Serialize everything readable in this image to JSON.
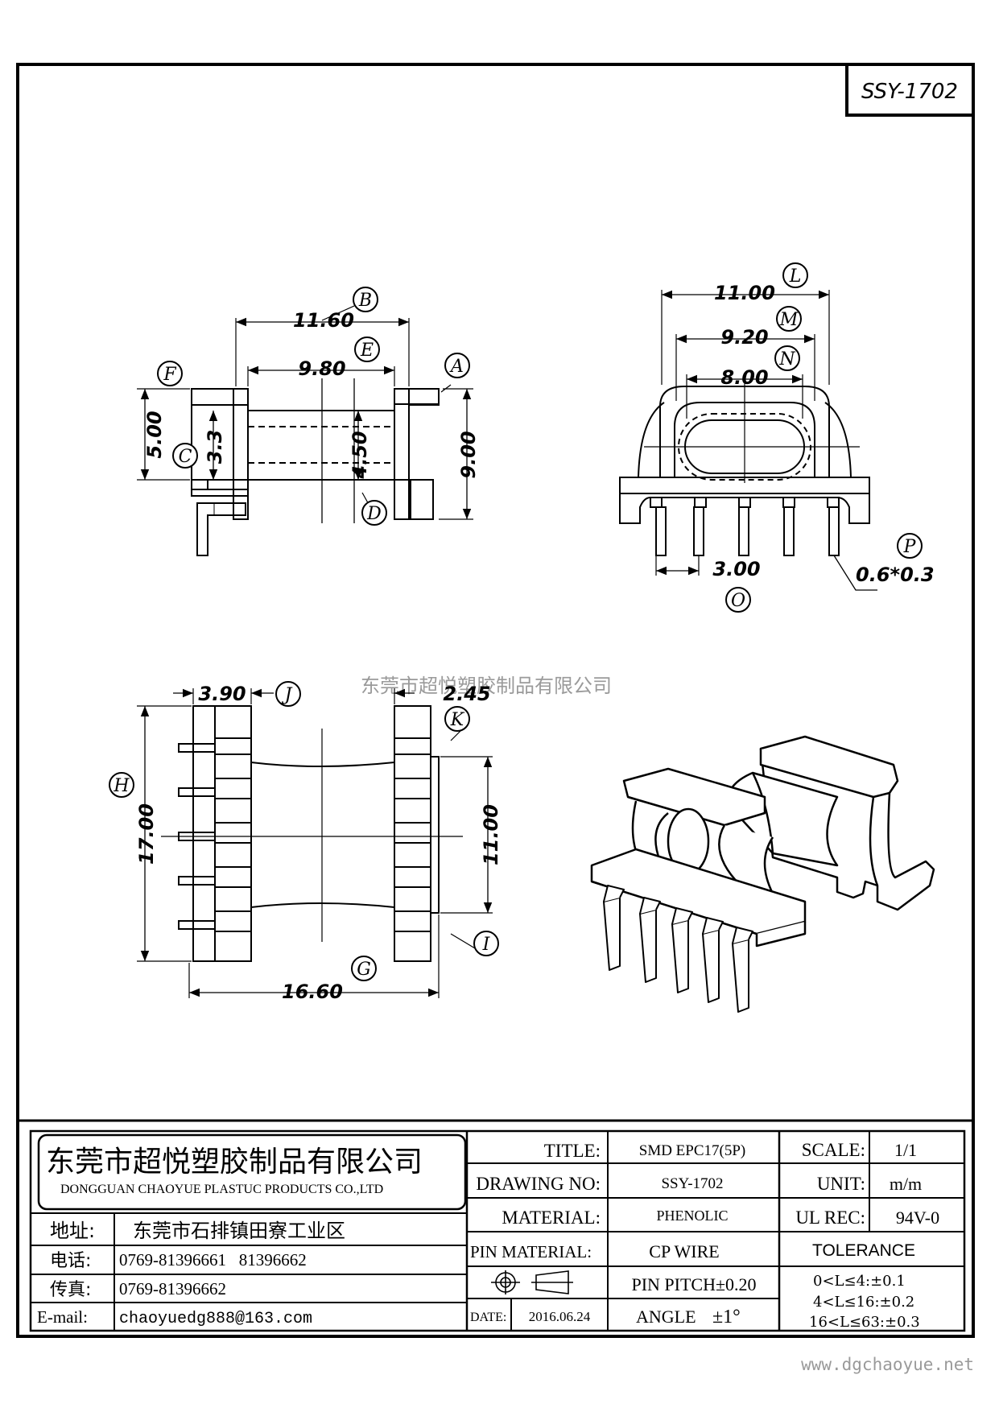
{
  "part_code": "SSY-1702",
  "watermark": "东莞市超悦塑胶制品有限公司",
  "website": "www.dgchaoyue.net",
  "views": {
    "front": {
      "dims": {
        "d1160": "11.60",
        "d980": "9.80",
        "d500": "5.00",
        "d33": "3.3",
        "d450": "4.50",
        "d900": "9.00"
      },
      "labels": {
        "B": "B",
        "E": "E",
        "F": "F",
        "A": "A",
        "C": "C",
        "D": "D"
      }
    },
    "side": {
      "dims": {
        "d1100": "11.00",
        "d920": "9.20",
        "d800": "8.00",
        "d300": "3.00",
        "pin": "0.6*0.3"
      },
      "labels": {
        "L": "L",
        "M": "M",
        "N": "N",
        "O": "O",
        "P": "P"
      }
    },
    "bottom": {
      "dims": {
        "d390": "3.90",
        "d245": "2.45",
        "d1700": "17.00",
        "d1100b": "11.00",
        "d1660": "16.60"
      },
      "labels": {
        "J": "J",
        "K": "K",
        "H": "H",
        "I": "I",
        "G": "G"
      }
    }
  },
  "title_block": {
    "company_cn": "东莞市超悦塑胶制品有限公司",
    "company_en": "DONGGUAN CHAOYUE PLASTUC PRODUCTS CO.,LTD",
    "address_label": "地址:",
    "address_value": "东莞市石排镇田寮工业区",
    "phone_label": "电话:",
    "phone_value": "0769-81396661   81396662",
    "fax_label": "传真:",
    "fax_value": "0769-81396662",
    "email_label": "E-mail:",
    "email_value": "chaoyuedg888@163.com",
    "title_label": "TITLE:",
    "title_value": "SMD EPC17(5P)",
    "drawing_no_label": "DRAWING NO:",
    "drawing_no_value": "SSY-1702",
    "material_label": "MATERIAL:",
    "material_value": "PHENOLIC",
    "pin_material_label": "PIN MATERIAL:",
    "pin_material_value": "CP WIRE",
    "pin_pitch": "PIN PITCH±0.20",
    "angle_label": "ANGLE",
    "angle_value": "±1°",
    "date_label": "DATE:",
    "date_value": "2016.06.24",
    "scale_label": "SCALE:",
    "scale_value": "1/1",
    "unit_label": "UNIT:",
    "unit_value": "m/m",
    "ul_label": "UL REC:",
    "ul_value": "94V-0",
    "tolerance_label": "TOLERANCE",
    "tol_1": "0<L≤4:±0.1",
    "tol_2": "4<L≤16:±0.2",
    "tol_3": "16<L≤63:±0.3"
  }
}
